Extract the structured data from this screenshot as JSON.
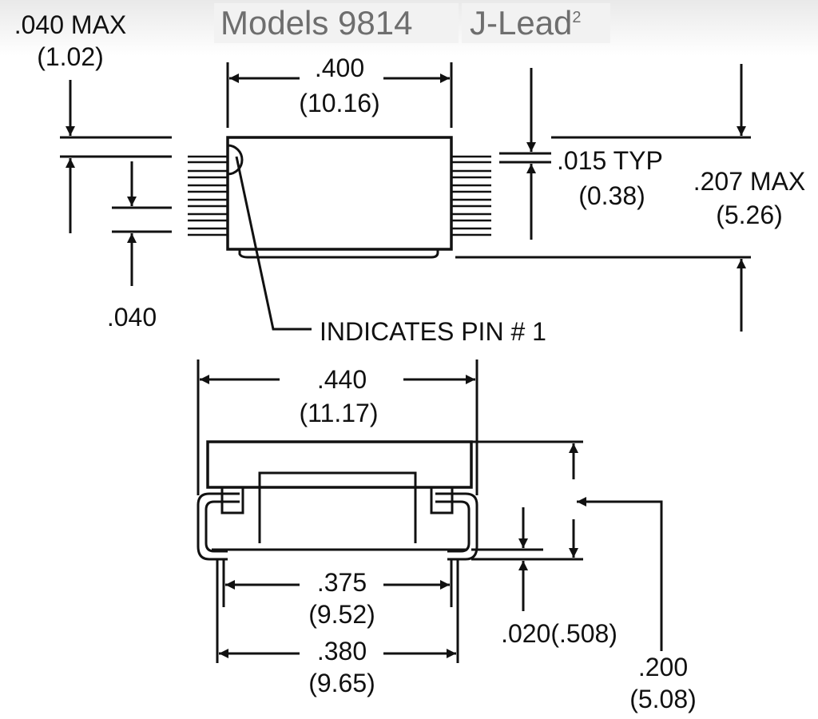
{
  "header": {
    "model_title": "Models 9814",
    "lead_title": "J-Lead",
    "lead_superscript": "2"
  },
  "top_view": {
    "lead_width_top": ".040 MAX",
    "lead_width_top_mm": "(1.02)",
    "body_length": ".400",
    "body_length_mm": "(10.16)",
    "lead_thickness": ".015 TYP",
    "lead_thickness_mm": "(0.38)",
    "total_width": ".207 MAX",
    "total_width_mm": "(5.26)",
    "lead_pitch": ".040",
    "pin1_note": "INDICATES PIN # 1"
  },
  "side_view": {
    "overall_length": ".440",
    "overall_length_mm": "(11.17)",
    "inner_span": ".375",
    "inner_span_mm": "(9.52)",
    "outer_span": ".380",
    "outer_span_mm": "(9.65)",
    "standoff": ".020(.508)",
    "height": ".200",
    "height_mm": "(5.08)"
  },
  "colors": {
    "ink": "#111111",
    "title": "#6e6e6e",
    "title_band": "#ececec"
  }
}
